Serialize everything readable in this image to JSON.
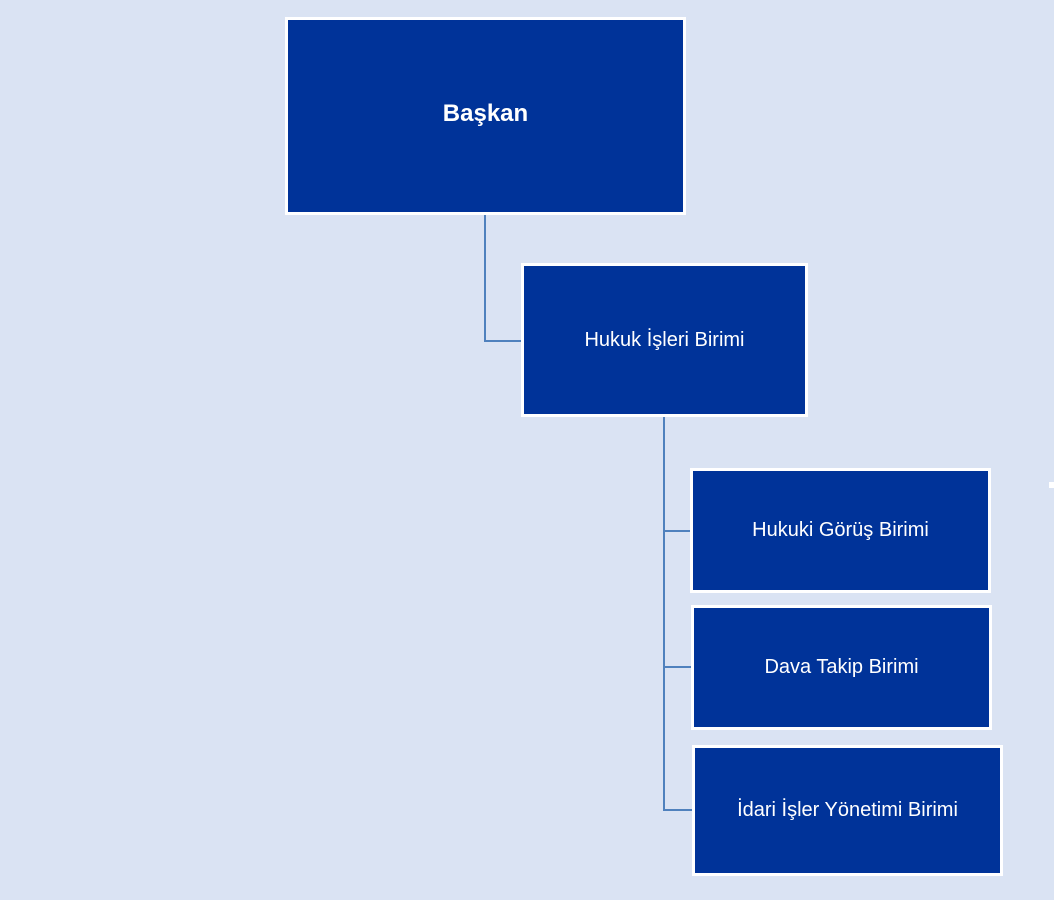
{
  "org_chart": {
    "root": {
      "label": "Başkan"
    },
    "level1": {
      "label": "Hukuk İşleri Birimi"
    },
    "level2": [
      {
        "label": "Hukuki Görüş Birimi"
      },
      {
        "label": "Dava Takip Birimi"
      },
      {
        "label": "İdari İşler Yönetimi Birimi"
      }
    ]
  },
  "colors": {
    "background": "#dae3f3",
    "box_fill": "#003399",
    "box_border": "#ffffff",
    "box_text": "#ffffff",
    "connector": "#4f81bd"
  }
}
